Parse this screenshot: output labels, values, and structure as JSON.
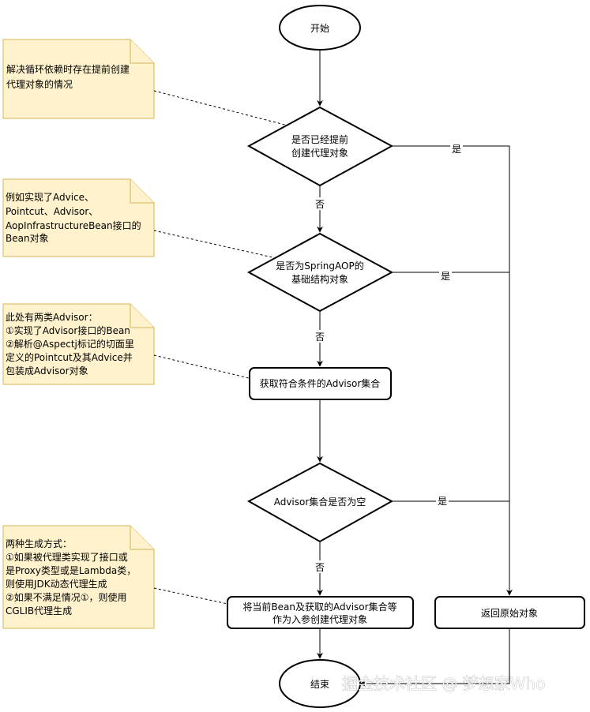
{
  "nodes": {
    "start": "开始",
    "early_proxy": [
      "是否已经提前",
      "创建代理对象"
    ],
    "is_infra": [
      "是否为SpringAOP的",
      "基础结构对象"
    ],
    "get_advisors": "获取符合条件的Advisor集合",
    "advisors_empty": "Advisor集合是否为空",
    "create_proxy": [
      "将当前Bean及获取的Advisor集合等",
      "作为入参创建代理对象"
    ],
    "return_original": "返回原始对象",
    "end": "结束"
  },
  "edge_labels": {
    "yes": "是",
    "no": "否"
  },
  "notes": {
    "note1": [
      "解决循环依赖时存在提前创建",
      "代理对象的情况"
    ],
    "note2": [
      "例如实现了Advice、",
      "Pointcut、Advisor、",
      "AopInfrastructureBean接口的",
      "Bean对象"
    ],
    "note3": [
      "此处有两类Advisor：",
      "①实现了Advisor接口的Bean",
      "②解析@Aspectj标记的切面里",
      "定义的Pointcut及其Advice并",
      "包装成Advisor对象"
    ],
    "note4": [
      "两种生成方式：",
      "①如果被代理类实现了接口或",
      "是Proxy类型或是Lambda类，",
      "则使用JDK动态代理生成",
      "②如果不满足情况①，则使用",
      "CGLIB代理生成"
    ]
  },
  "watermark": "掘金技术社区 @ 梦想家Who"
}
